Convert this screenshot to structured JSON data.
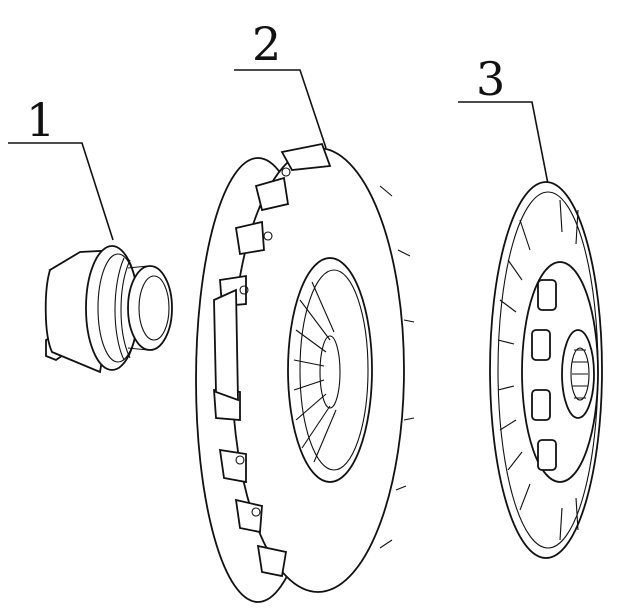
{
  "figure": {
    "callouts": [
      {
        "number": "1"
      },
      {
        "number": "2"
      },
      {
        "number": "3"
      }
    ],
    "colors": {
      "line": "#111111",
      "background": "#ffffff"
    }
  }
}
